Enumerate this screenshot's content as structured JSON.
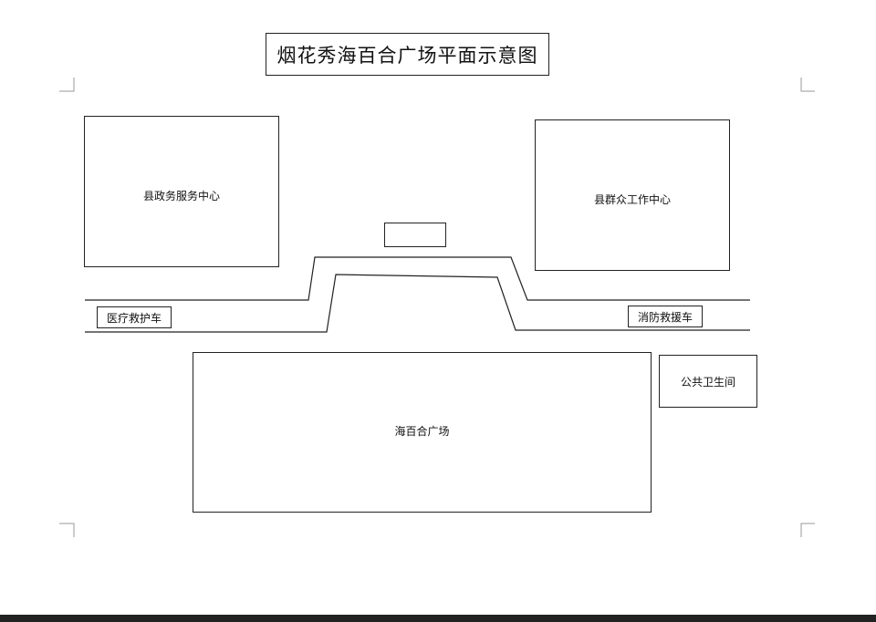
{
  "title": "烟花秀海百合广场平面示意图",
  "areas": {
    "gov_center": "县政务服务中心",
    "mass_center": "县群众工作中心",
    "plaza": "海百合广场",
    "toilet": "公共卫生间"
  },
  "vehicles": {
    "medical": "医疗救护车",
    "fire": "消防救援车"
  }
}
